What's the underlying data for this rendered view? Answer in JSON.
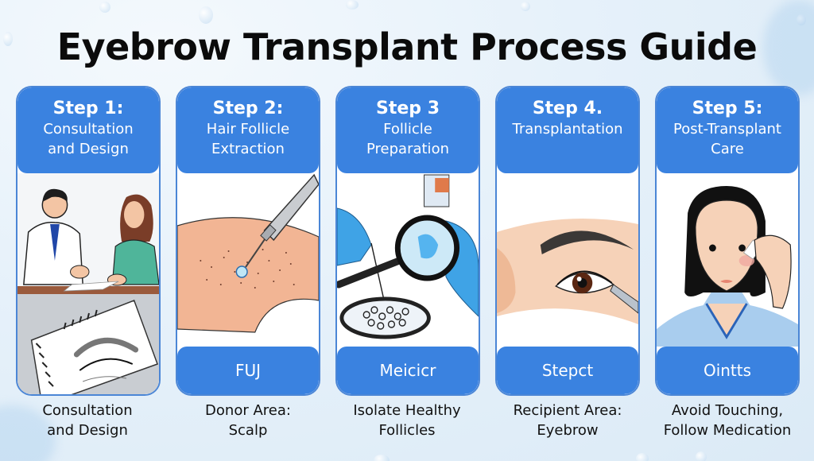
{
  "title": "Eyebrow Transplant Process Guide",
  "colors": {
    "accent_blue": "#3a82e0",
    "card_border": "#4b86d6",
    "background": "#e6f1fa",
    "title_text": "#0b0b0b"
  },
  "steps": [
    {
      "step": "Step 1:",
      "title_line1": "Consultation",
      "title_line2": "and Design",
      "footer_label": "",
      "illustration": "doctor-consultation-with-eyebrow-sketch",
      "caption_line1": "Consultation",
      "caption_line2": "and Design"
    },
    {
      "step": "Step 2:",
      "title_line1": "Hair Follicle",
      "title_line2": "Extraction",
      "footer_label": "FUJ",
      "illustration": "scalp-follicle-extraction-tool",
      "caption_line1": "Donor Area:",
      "caption_line2": "Scalp"
    },
    {
      "step": "Step 3",
      "title_line1": "Follicle",
      "title_line2": "Preparation",
      "footer_label": "Meicicr",
      "illustration": "gloved-hands-magnifier-petri-dish",
      "caption_line1": "Isolate Healthy",
      "caption_line2": "Follicles"
    },
    {
      "step": "Step 4.",
      "title_line1": "Transplantation",
      "title_line2": "",
      "footer_label": "Stepct",
      "illustration": "eye-and-eyebrow-implant-tool",
      "caption_line1": "Recipient Area:",
      "caption_line2": "Eyebrow"
    },
    {
      "step": "Step 5:",
      "title_line1": "Post-Transplant",
      "title_line2": "Care",
      "footer_label": "Ointts",
      "illustration": "woman-dabbing-eye-with-cotton",
      "caption_line1": "Avoid Touching,",
      "caption_line2": "Follow Medication"
    }
  ]
}
